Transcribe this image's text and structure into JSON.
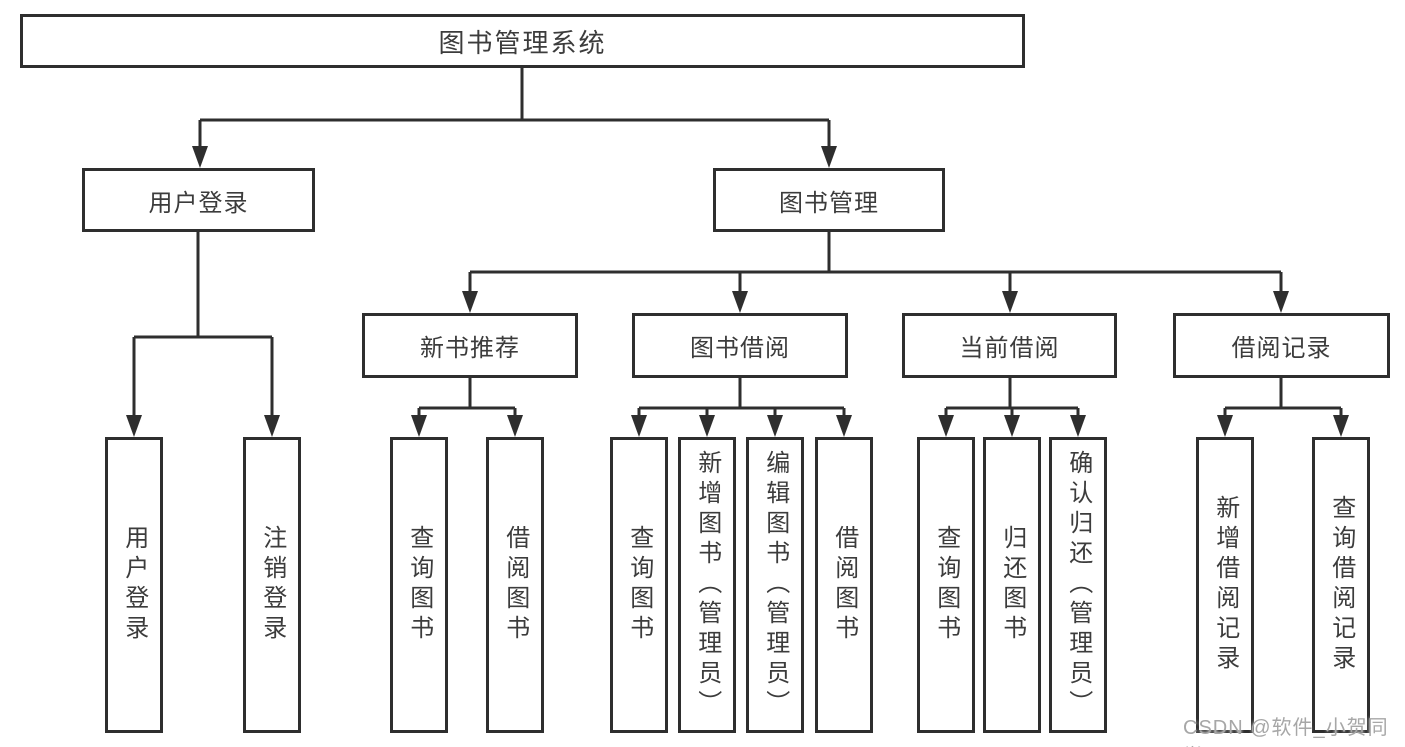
{
  "tree": {
    "label": "图书管理系统",
    "children": [
      {
        "label": "用户登录",
        "children": [
          {
            "label": "用户登录"
          },
          {
            "label": "注销登录"
          }
        ]
      },
      {
        "label": "图书管理",
        "children": [
          {
            "label": "新书推荐",
            "children": [
              {
                "label": "查询图书"
              },
              {
                "label": "借阅图书"
              }
            ]
          },
          {
            "label": "图书借阅",
            "children": [
              {
                "label": "查询图书"
              },
              {
                "label": "新增图书（管理员）"
              },
              {
                "label": "编辑图书（管理员）"
              },
              {
                "label": "借阅图书"
              }
            ]
          },
          {
            "label": "当前借阅",
            "children": [
              {
                "label": "查询图书"
              },
              {
                "label": "归还图书"
              },
              {
                "label": "确认归还（管理员）"
              }
            ]
          },
          {
            "label": "借阅记录",
            "children": [
              {
                "label": "新增借阅记录"
              },
              {
                "label": "查询借阅记录"
              }
            ]
          }
        ]
      }
    ]
  },
  "watermark": "CSDN @软件_小贺同学",
  "colors": {
    "line": "#2e2e2e",
    "border": "#2e2e2e",
    "text": "#3c3c3c",
    "watermark": "#a7a7a7"
  }
}
